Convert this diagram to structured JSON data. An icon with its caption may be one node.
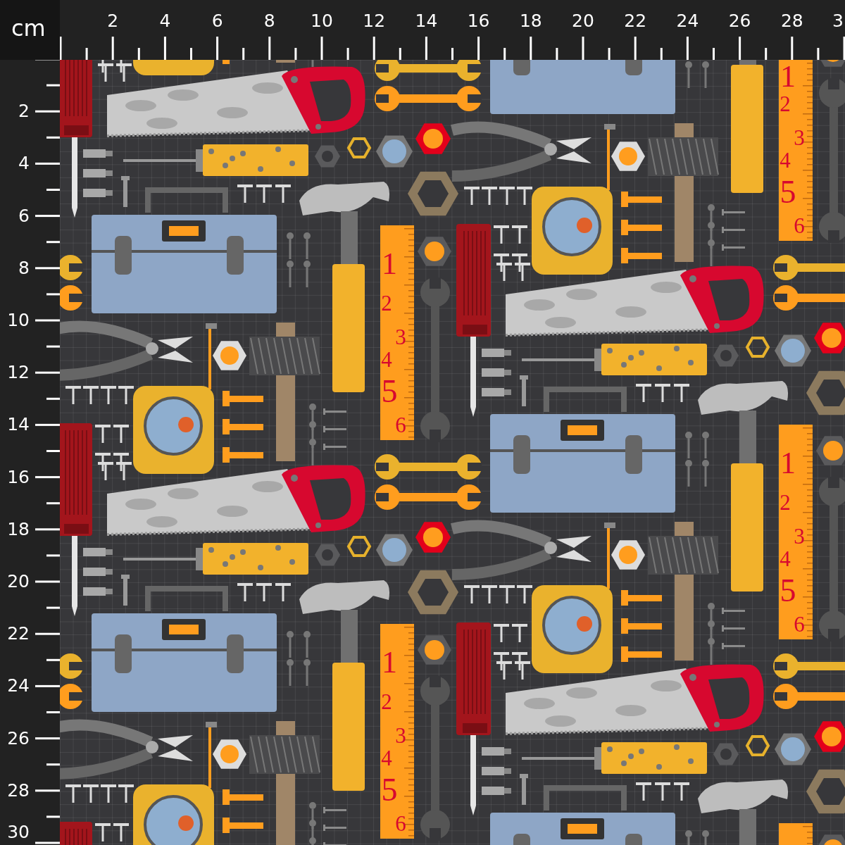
{
  "diagram": {
    "labels": [
      "cm",
      "2",
      "4",
      "6",
      "8",
      "10",
      "12",
      "14",
      "16",
      "18",
      "20",
      "22",
      "24",
      "26",
      "28",
      "3",
      "2",
      "4",
      "6",
      "8",
      "10",
      "12",
      "14",
      "16",
      "18",
      "20",
      "22",
      "24",
      "26",
      "28",
      "30",
      "1",
      "2",
      "3",
      "4",
      "5",
      "6",
      "1",
      "2",
      "3",
      "4",
      "5",
      "6",
      "1",
      "2",
      "3",
      "4",
      "5",
      "6",
      "1",
      "2",
      "3",
      "4",
      "5",
      "6"
    ]
  }
}
